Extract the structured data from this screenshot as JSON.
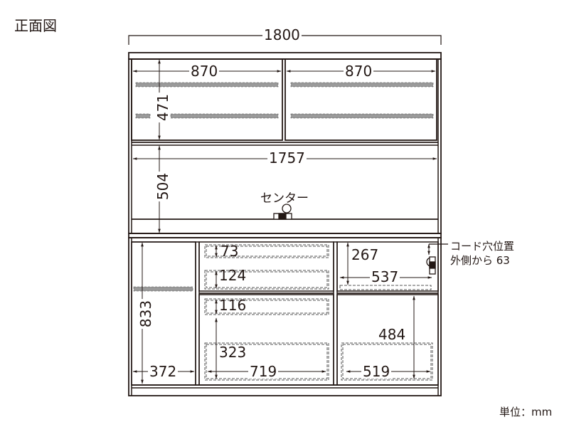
{
  "title": "正面図",
  "unit_label": "単位：mm",
  "overall": {
    "width": "1800"
  },
  "upper": {
    "glass_doors": [
      {
        "width": "870"
      },
      {
        "width": "870"
      }
    ],
    "glass_height": "471",
    "open_width": "1757",
    "open_height": "504",
    "center_label": "センター"
  },
  "lower": {
    "left_cabinet": {
      "height": "833",
      "width": "372"
    },
    "middle_drawers": [
      {
        "height": "73"
      },
      {
        "height": "124"
      },
      {
        "height": "116"
      },
      {
        "height": "323",
        "width": "719"
      }
    ],
    "right_top": {
      "height": "267",
      "width": "537"
    },
    "right_bottom": {
      "height": "484",
      "width": "519"
    },
    "cord_hole_note": {
      "line1": "コード穴位置",
      "line2": "外側から 63"
    }
  },
  "colors": {
    "line": "#231815",
    "shelf": "#9a9a9a"
  }
}
